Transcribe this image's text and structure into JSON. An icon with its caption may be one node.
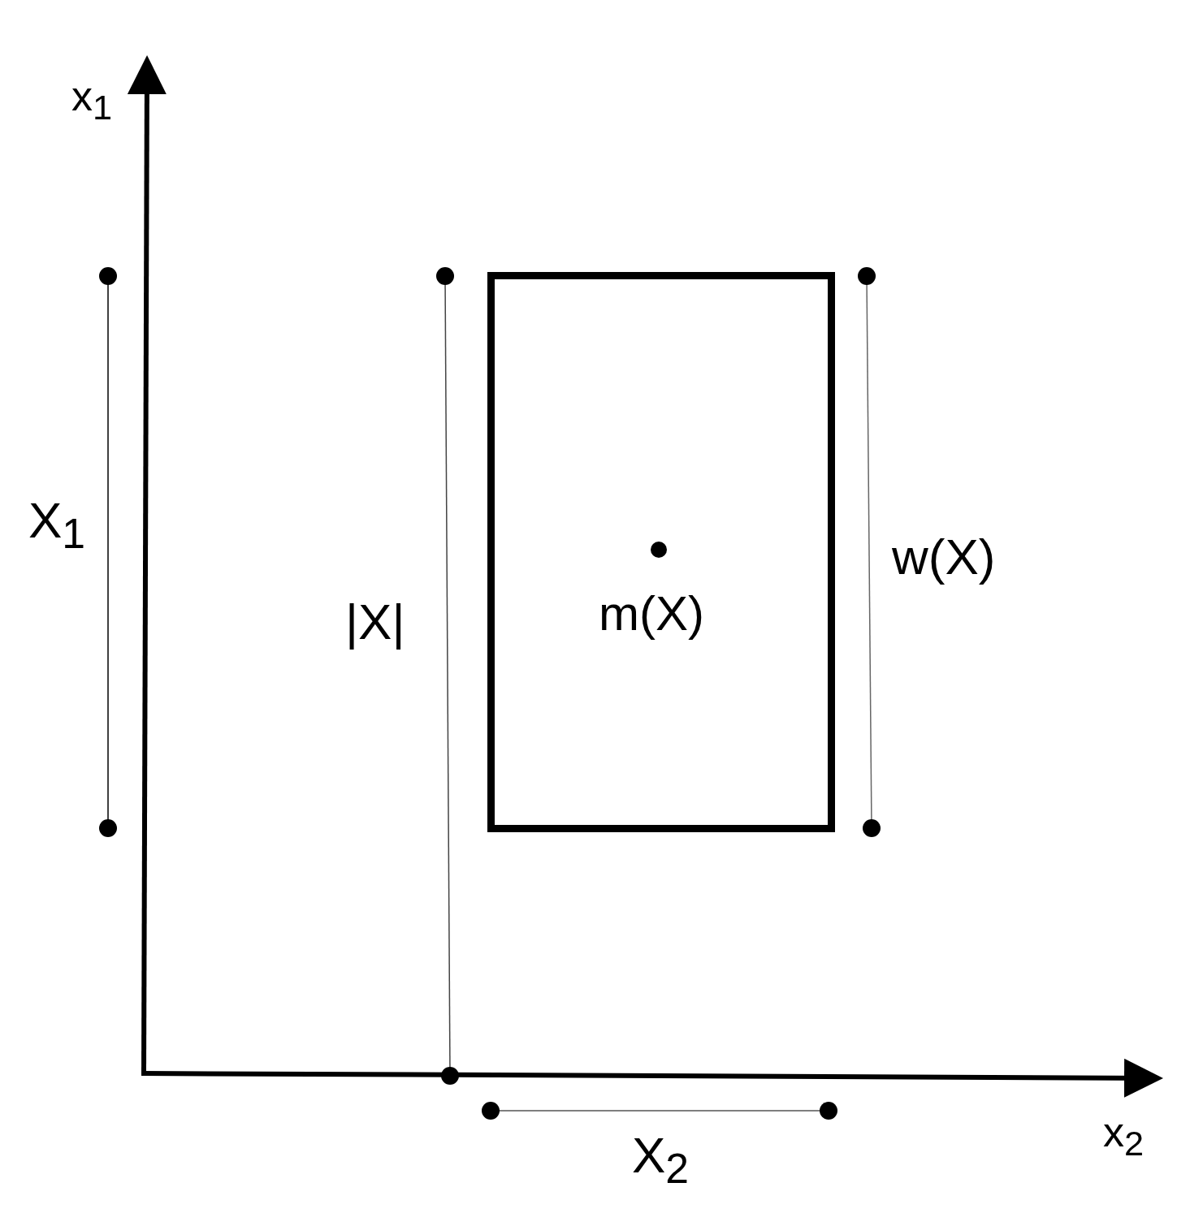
{
  "diagram": {
    "nodes": [
      {
        "text": [
          "m(X)"
        ]
      }
    ],
    "edges": [],
    "labels": [
      "x$_{1}$",
      "X$_{1}$",
      "w(X)",
      "|X|",
      "x$_{2}$",
      "X$_{2}$"
    ]
  }
}
